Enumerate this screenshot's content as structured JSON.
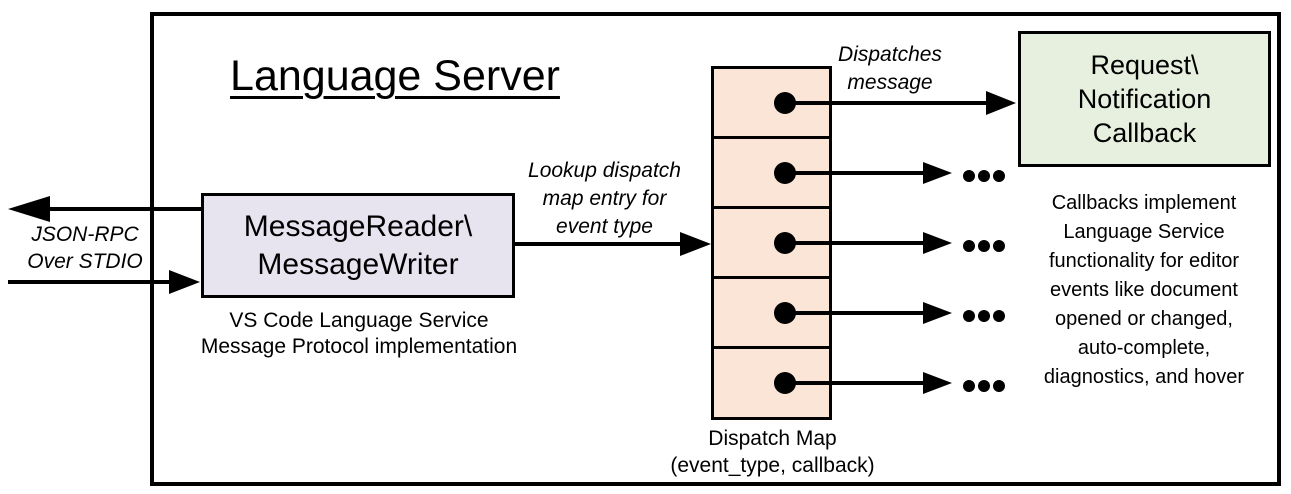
{
  "diagram": {
    "title": "Language Server"
  },
  "stdio": {
    "line1": "JSON-RPC",
    "line2": "Over STDIO"
  },
  "reader": {
    "line1": "MessageReader\\",
    "line2": "MessageWriter",
    "caption1": "VS Code Language Service",
    "caption2": "Message Protocol implementation"
  },
  "lookup": {
    "line1": "Lookup dispatch",
    "line2": "map entry for",
    "line3": "event type"
  },
  "dispatches": {
    "line1": "Dispatches",
    "line2": "message"
  },
  "map": {
    "caption1": "Dispatch Map",
    "caption2": "(event_type, callback)",
    "cell_count": 5
  },
  "callback": {
    "line1": "Request\\",
    "line2": "Notification",
    "line3": "Callback"
  },
  "note": {
    "lines": [
      "Callbacks implement",
      "Language Service",
      "functionality for editor",
      "events like document",
      "opened or changed,",
      "auto-complete,",
      "diagnostics, and hover"
    ]
  },
  "colors": {
    "reader_fill": "#E7E4F0",
    "map_fill": "#FBE5D6",
    "callback_fill": "#E7F0DE",
    "stroke": "#000000"
  }
}
